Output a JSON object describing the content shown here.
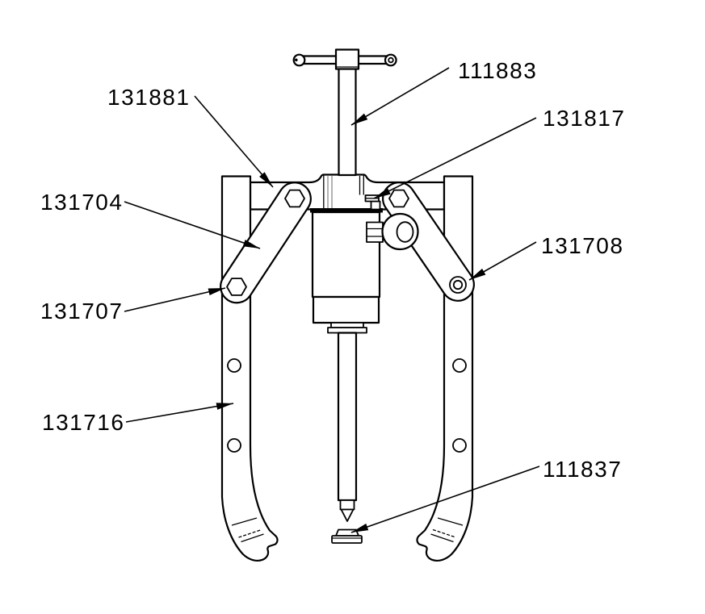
{
  "diagram": {
    "background": "#ffffff",
    "line_color": "#000000",
    "shade_color": "#b3b3b3",
    "part_labels": [
      {
        "part_number": "111883"
      },
      {
        "part_number": "131881"
      },
      {
        "part_number": "131817"
      },
      {
        "part_number": "131704"
      },
      {
        "part_number": "131708"
      },
      {
        "part_number": "131707"
      },
      {
        "part_number": "131716"
      },
      {
        "part_number": "111837"
      }
    ]
  }
}
